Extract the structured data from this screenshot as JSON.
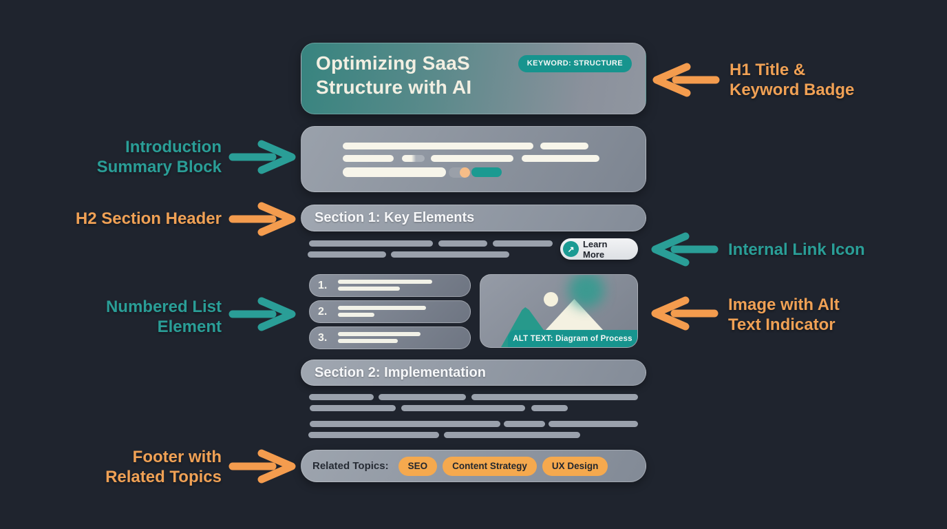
{
  "colors": {
    "background": "#1f242e",
    "accent_teal": "#1b9a93",
    "accent_orange": "#f5a94e",
    "annotation_teal": "#2a9e97",
    "annotation_orange": "#f0a155"
  },
  "article": {
    "header": {
      "title": "Optimizing SaaS Structure with AI",
      "keyword_badge": "KEYWORD: STRUCTURE"
    },
    "section1": {
      "title": "Section 1: Key Elements"
    },
    "learn_more": {
      "label": "Learn More",
      "icon": "↗"
    },
    "numbered_list": {
      "items": [
        "1.",
        "2.",
        "3."
      ]
    },
    "image": {
      "alt_badge": "ALT TEXT: Diagram of Process"
    },
    "section2": {
      "title": "Section 2: Implementation"
    },
    "footer": {
      "label": "Related Topics:",
      "topics": [
        "SEO",
        "Content Strategy",
        "UX Design"
      ]
    }
  },
  "annotations": {
    "h1_title": {
      "line1": "H1 Title &",
      "line2": "Keyword Badge"
    },
    "intro_summary": {
      "line1": "Introduction",
      "line2": "Summary Block"
    },
    "h2_header": {
      "line1": "H2 Section Header"
    },
    "internal_link": {
      "line1": "Internal Link Icon"
    },
    "numbered_list": {
      "line1": "Numbered List",
      "line2": "Element"
    },
    "image_alt": {
      "line1": "Image with Alt",
      "line2": "Text Indicator"
    },
    "footer_topics": {
      "line1": "Footer with",
      "line2": "Related Topics"
    }
  }
}
